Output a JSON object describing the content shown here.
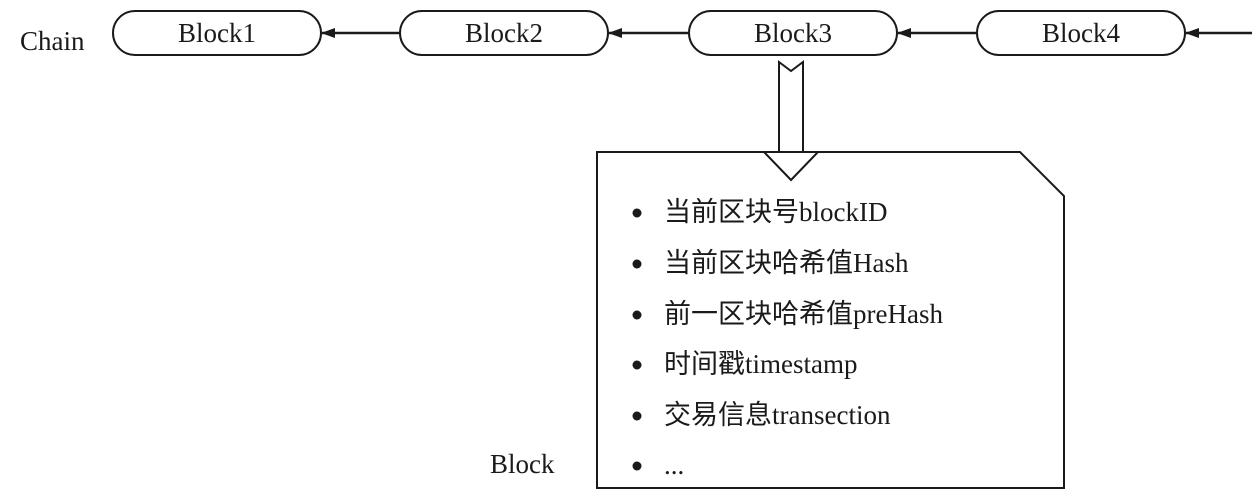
{
  "chain": {
    "label": "Chain",
    "blocks": [
      "Block1",
      "Block2",
      "Block3",
      "Block4"
    ]
  },
  "block_detail": {
    "label": "Block",
    "items": [
      "当前区块号blockID",
      "当前区块哈希值Hash",
      "前一区块哈希值preHash",
      "时间戳timestamp",
      "交易信息transection",
      "..."
    ]
  }
}
